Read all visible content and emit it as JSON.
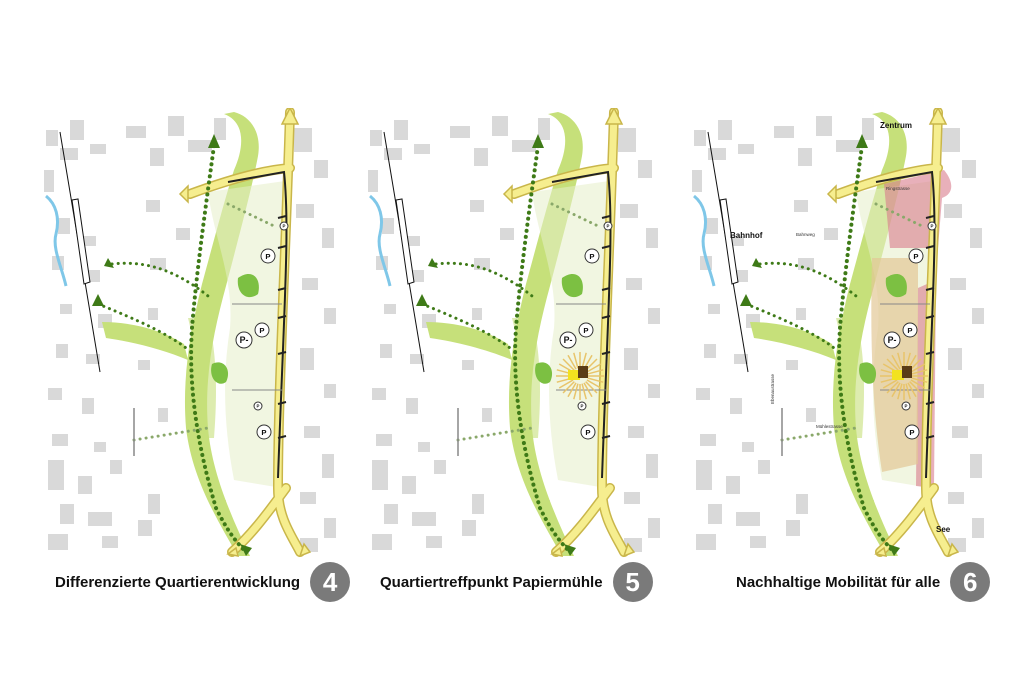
{
  "panels": [
    {
      "number": "4",
      "caption": "Differenzierte Quartierentwicklung",
      "labels": []
    },
    {
      "number": "5",
      "caption": "Quartiertreffpunkt Papiermühle",
      "labels": []
    },
    {
      "number": "6",
      "caption": "Nachhaltige Mobilität für alle",
      "labels": {
        "zentrum": "Zentrum",
        "bahnhof": "Bahnhof",
        "see": "See",
        "bahnweg": "Bahnweg",
        "ebenaustrasse": "Ebenaustrasse",
        "ringstrasse": "Ringstrasse",
        "muehlestrasse": "Mühlestrasse"
      }
    }
  ],
  "parking_labels": {
    "p": "P",
    "p_minus": "P-"
  },
  "colors": {
    "road": "#f6ee8f",
    "road_edge": "#c9b64a",
    "green": "#c6e07a",
    "green_dark": "#7cc042",
    "path": "#3e7a17",
    "building": "#d9d9d9",
    "river": "#7fc7e8",
    "badge": "#7a7a7a",
    "sun": "#e8c46a",
    "red_zone": "#d97c8c",
    "tan_zone": "#e2c895"
  }
}
